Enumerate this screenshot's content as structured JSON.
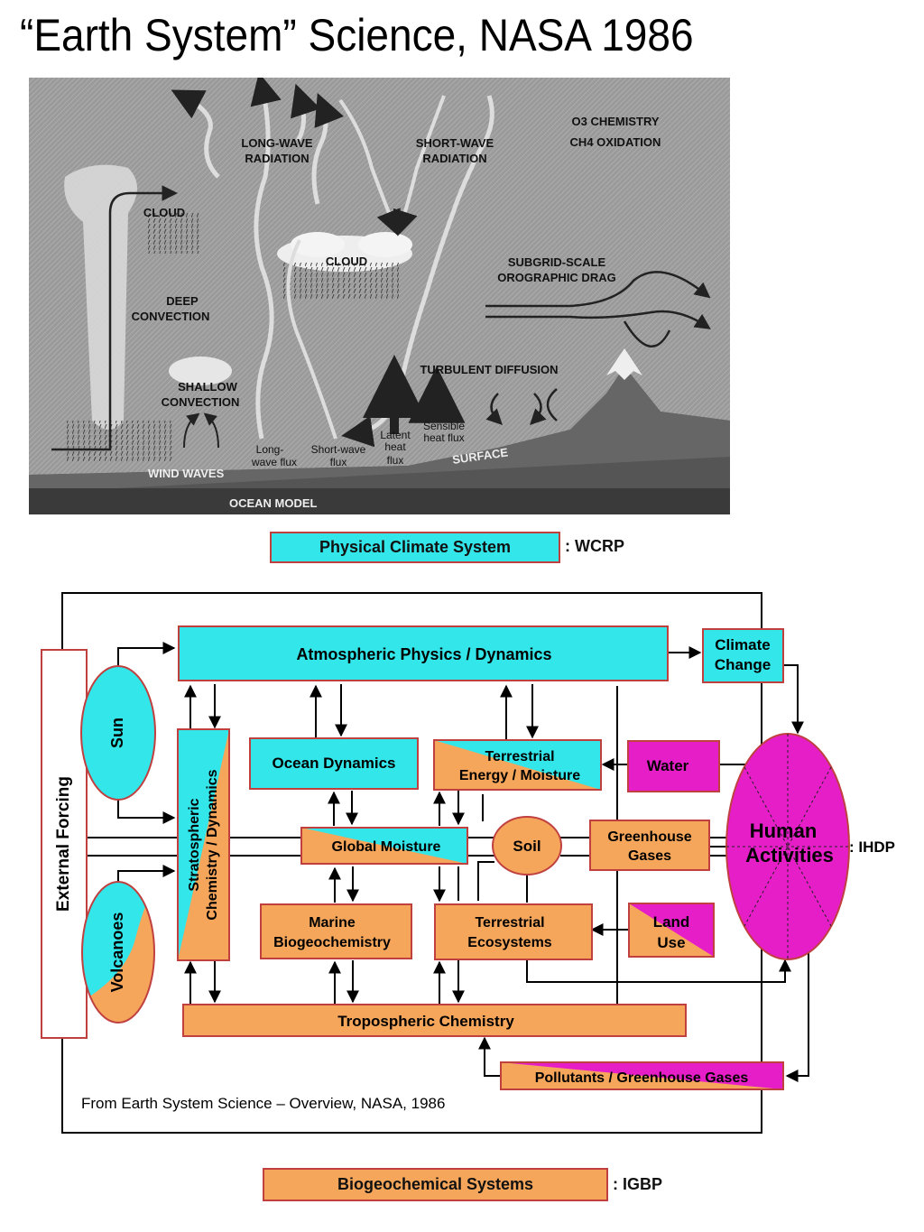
{
  "page": {
    "title": "“Earth System” Science, NASA 1986",
    "source_note": "From Earth System Science – Overview, NASA, 1986"
  },
  "colors": {
    "cyan": "#33e6ea",
    "orange": "#f5a65b",
    "magenta": "#e61ec8",
    "box_border": "#c04040"
  },
  "photo": {
    "labels": {
      "lw_radiation": [
        "LONG-WAVE",
        "RADIATION"
      ],
      "sw_radiation": [
        "SHORT-WAVE",
        "RADIATION"
      ],
      "o3": "O3 CHEMISTRY",
      "ch4": "CH4 OXIDATION",
      "cloud_left": "CLOUD",
      "cloud_mid": "CLOUD",
      "subgrid": [
        "SUBGRID-SCALE",
        "OROGRAPHIC  DRAG"
      ],
      "deep_convection": [
        "DEEP",
        "CONVECTION"
      ],
      "turbulent": "TURBULENT DIFFUSION",
      "shallow": [
        "SHALLOW",
        "CONVECTION"
      ],
      "latent": [
        "Latent",
        "heat",
        "flux"
      ],
      "sensible": [
        "Sensible",
        "heat flux"
      ],
      "lw_flux": [
        "Long-",
        "wave flux"
      ],
      "sw_flux": [
        "Short-wave",
        "flux"
      ],
      "surface": "SURFACE",
      "wind_waves": "WIND WAVES",
      "ocean_model": "OCEAN MODEL"
    }
  },
  "legend": {
    "physical": {
      "label": "Physical Climate System",
      "tag": ": WCRP"
    },
    "biogeo": {
      "label": "Biogeochemical Systems",
      "tag": ": IGBP"
    }
  },
  "diagram": {
    "external_forcing": "External Forcing",
    "sun": "Sun",
    "volcanoes": "Volcanoes",
    "atm_physics": "Atmospheric Physics / Dynamics",
    "climate_change": [
      "Climate",
      "Change"
    ],
    "strat_chem": [
      "Stratospheric",
      "Chemistry / Dynamics"
    ],
    "ocean_dynamics": "Ocean Dynamics",
    "terr_energy": [
      "Terrestrial",
      "Energy / Moisture"
    ],
    "water": "Water",
    "global_moisture": "Global Moisture",
    "soil": "Soil",
    "greenhouse": [
      "Greenhouse",
      "Gases"
    ],
    "human": [
      "Human",
      "Activities"
    ],
    "ihdp": ": IHDP",
    "marine": [
      "Marine",
      "Biogeochemistry"
    ],
    "terr_eco": [
      "Terrestrial",
      "Ecosystems"
    ],
    "land_use": [
      "Land",
      "Use"
    ],
    "trop_chem": "Tropospheric Chemistry",
    "pollutants": "Pollutants / Greenhouse Gases"
  }
}
